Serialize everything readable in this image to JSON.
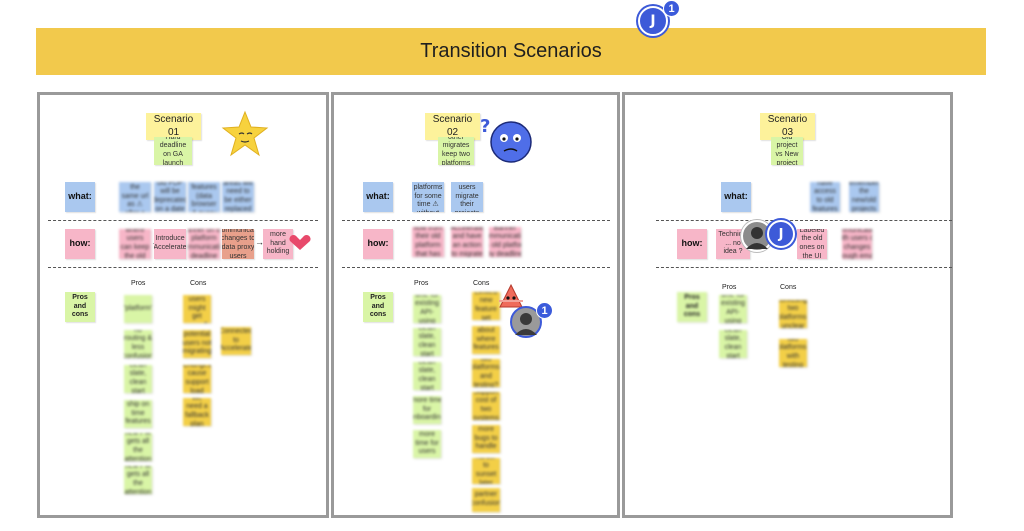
{
  "banner": {
    "title": "Transition Scenarios"
  },
  "header_avatar": {
    "initial": "J",
    "badge": "1"
  },
  "panels": {
    "s1": {
      "title": "Scenario 01",
      "sub": "Hard deadline on GA launch",
      "what": "what:",
      "how": "how:",
      "pc": "Pros and cons",
      "pros": "Pros",
      "cons": "Cons",
      "what_notes": [
        "Swap ui to be in the same url as ⚠ after a date",
        "old PDP will be deprecated on a date",
        "old & troves features (data browser & query console)",
        "Content from those areas will need to be either replaced or connected in leg"
      ],
      "how_notes": [
        "Introduce a legacy feature mode where users can keep the old behavior by the user toggles",
        "Introduce Accelerate",
        "Banner on the platform communicating deadline",
        "Communicate changes to data proxy users"
      ],
      "how_text": "more hand holding",
      "pros_notes": [
        "\"platform\"",
        "no routing & less confusion",
        "clean slate, clean start",
        "ship on time features",
        "new PM gets all the attention"
      ],
      "cons_notes": [
        "existing users might get angry?",
        "potential users not migrating",
        "Changes cause support load",
        "We need a fallback plan",
        "Connected to Accelerate"
      ]
    },
    "s2": {
      "title": "Scenario 02",
      "sub": "GA with other migrates keep two platforms for a time",
      "what": "what:",
      "how": "how:",
      "pc": "Pros and cons",
      "pros": "Pros",
      "cons": "Cons",
      "what_notes": [
        "Keep both platforms for some time ⚠ without support",
        "Have users migrate their projects"
      ],
      "how_notes": [
        "Users go to a new landing flow from their old platform that has a migrating flow",
        "Introduce Accelerate and have an action to migrate projects",
        "Banner communicating on old platform by deadline"
      ],
      "pros_notes": [
        "more time for existing API-using users",
        "clean slate, clean start",
        "clean slate, clean start",
        "more time for onboarding",
        "more time for users"
      ],
      "cons_notes": [
        "Limited new feature set",
        "confusion about where features are",
        "two platforms, and testing?",
        "Support cost of two systems",
        "more bugs to handle",
        "harder to sunset later",
        "partner confusion"
      ]
    },
    "s3": {
      "title": "Scenario 03",
      "sub": "Old project vs New project",
      "what": "what:",
      "how": "how:",
      "pc": "Pros and cons",
      "pros": "Pros",
      "cons": "Cons",
      "what_notes": [
        "Old projects still have access to old features for a period of time",
        "(if you remember) the new/old projects stored"
      ],
      "how_notes": [
        "Technical ... no idea ?",
        "Labeled the old ones on the UI",
        "Some communications with users on changes through emails and UI"
      ],
      "pros_notes": [
        "more time for existing API-using users",
        "clean slate, clean start"
      ],
      "cons_notes": [
        "confusing, two platforms, unclear",
        "two platforms, with testing"
      ]
    }
  },
  "collaborators": {
    "j_initial": "J",
    "badge": "1"
  }
}
